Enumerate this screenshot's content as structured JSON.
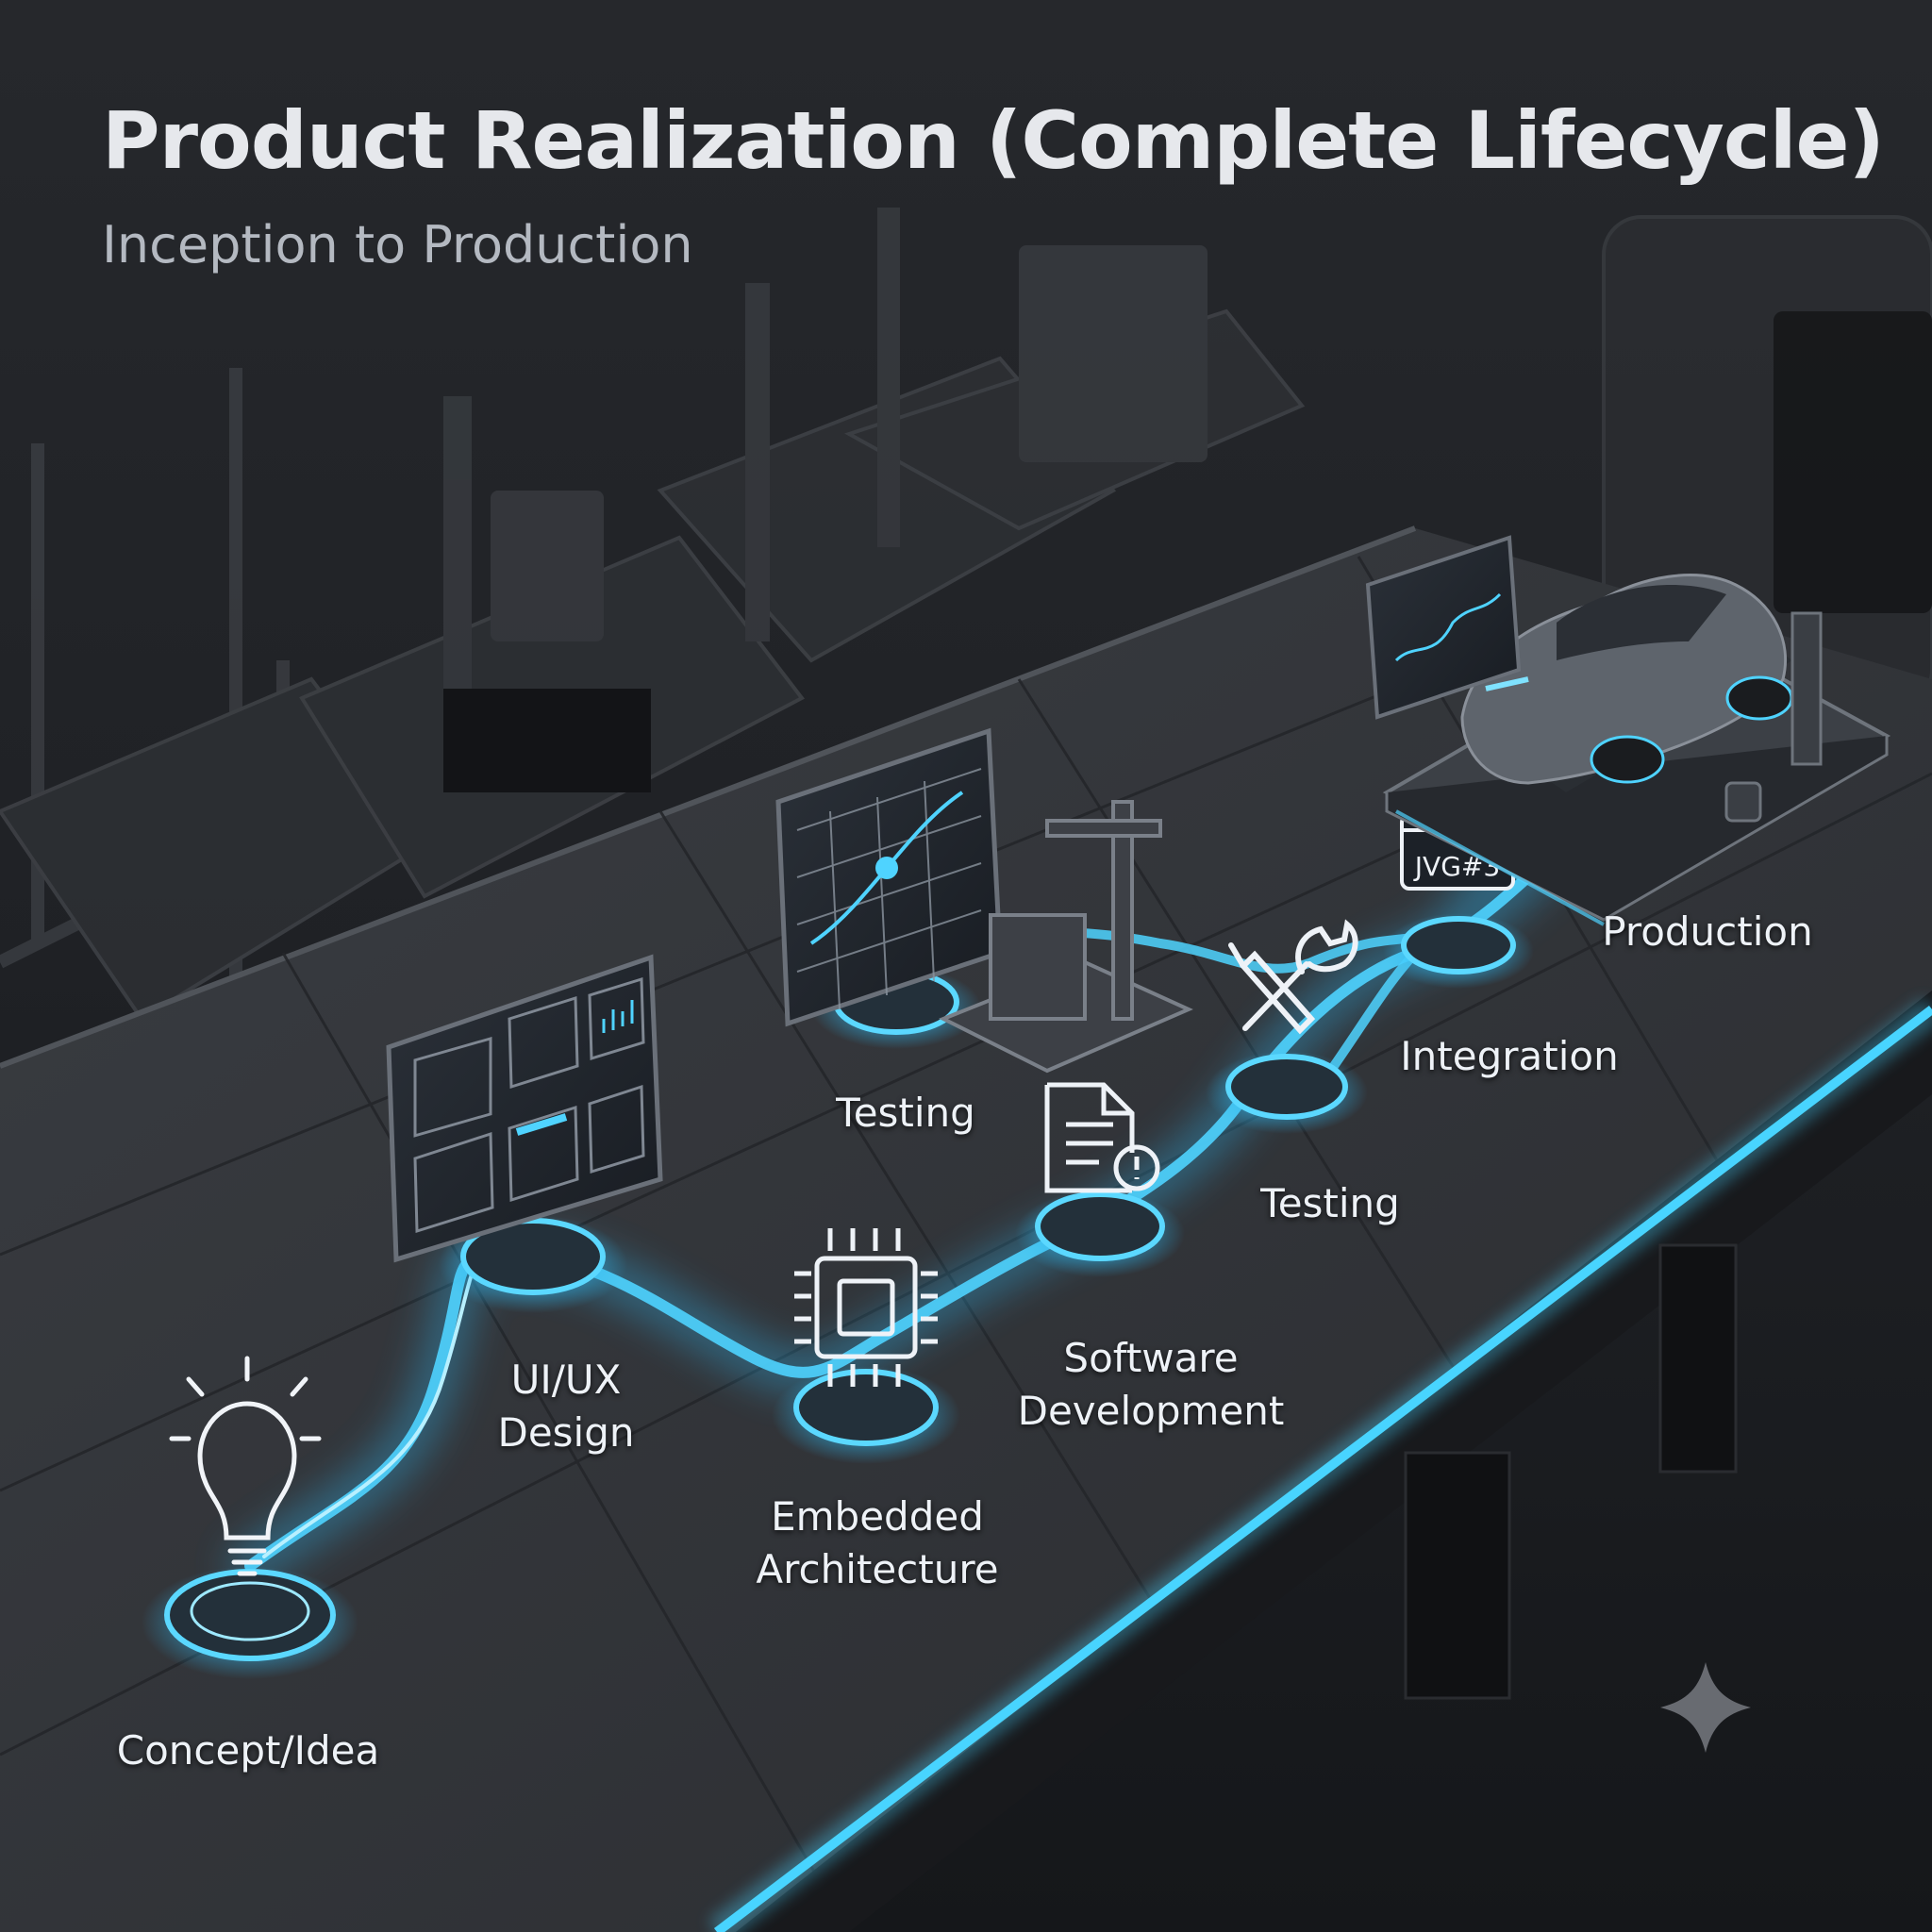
{
  "header": {
    "title": "Product Realization (Complete Lifecycle)",
    "subtitle": "Inception to Production"
  },
  "stages": [
    {
      "id": "concept",
      "lines": [
        "Concept/Idea"
      ],
      "icon": "lightbulb-icon"
    },
    {
      "id": "uiux",
      "lines": [
        "UI/UX",
        "Design"
      ],
      "icon": "wireframe-tablet-icon"
    },
    {
      "id": "embedded",
      "lines": [
        "Embedded",
        "Architecture"
      ],
      "icon": "chip-icon"
    },
    {
      "id": "software",
      "lines": [
        "Software",
        "Development"
      ],
      "icon": "document-alert-icon"
    },
    {
      "id": "testing-lab",
      "lines": [
        "Testing"
      ],
      "icon": "test-rig-icon"
    },
    {
      "id": "testing",
      "lines": [
        "Testing"
      ],
      "icon": "wrench-screwdriver-icon"
    },
    {
      "id": "integration",
      "lines": [
        "Integration"
      ],
      "icon": "code-window-icon"
    },
    {
      "id": "production",
      "lines": [
        "Production"
      ],
      "icon": "car-platform-icon"
    }
  ],
  "code_window_text": "JVG#3",
  "colors": {
    "background": "#1d1f23",
    "glow": "#38c8ff",
    "title": "#e6e8ec",
    "subtitle": "#b4b9c1",
    "label": "#eef2f7"
  }
}
